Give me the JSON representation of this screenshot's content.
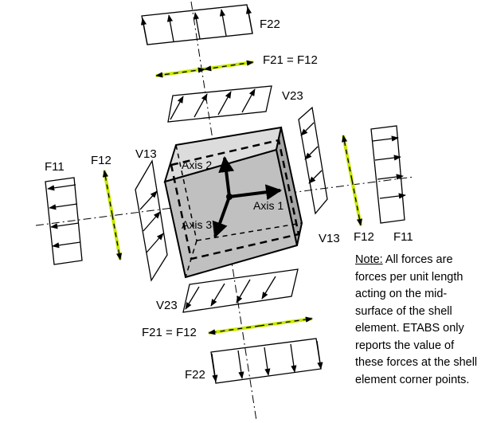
{
  "labels": {
    "f22_top": "F22",
    "f21_top": "F21 = F12",
    "v23_top": "V23",
    "f11_left": "F11",
    "f12_left": "F12",
    "v13_left": "V13",
    "v13_right": "V13",
    "f12_right": "F12",
    "f11_right": "F11",
    "v23_bottom": "V23",
    "f21_bottom": "F21 = F12",
    "f22_bottom": "F22",
    "axis1": "Axis 1",
    "axis2": "Axis 2",
    "axis3": "Axis 3"
  },
  "note": {
    "heading": "Note:",
    "body": " All forces are forces per unit length acting on the mid-surface of the shell element. ETABS only reports the value of these forces at the shell element corner points."
  },
  "colors": {
    "element_fill": "#c0c0c0",
    "element_top": "#dcdcdc",
    "element_side": "#a6a6a6",
    "highlight": "#c8e600"
  }
}
